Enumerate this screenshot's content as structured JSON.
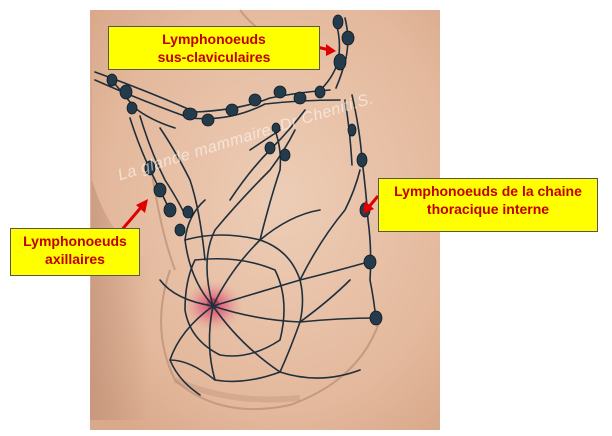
{
  "labels": {
    "supraclavicular": [
      "Lymphonoeuds",
      "sus-claviculaires"
    ],
    "axillary": [
      "Lymphonoeuds",
      "axillaires"
    ],
    "internal_thoracic": [
      "Lymphonoeuds de la chaine",
      "thoracique interne"
    ]
  },
  "watermark": "La glande mammaire. Dr Cheniti.S.",
  "colors": {
    "label_fill": "#ffff00",
    "label_text": "#c00000",
    "arrow": "#e00000",
    "skin": "#e7c0a6",
    "vessel": "#1f2f3c",
    "node": "#243b4b"
  }
}
